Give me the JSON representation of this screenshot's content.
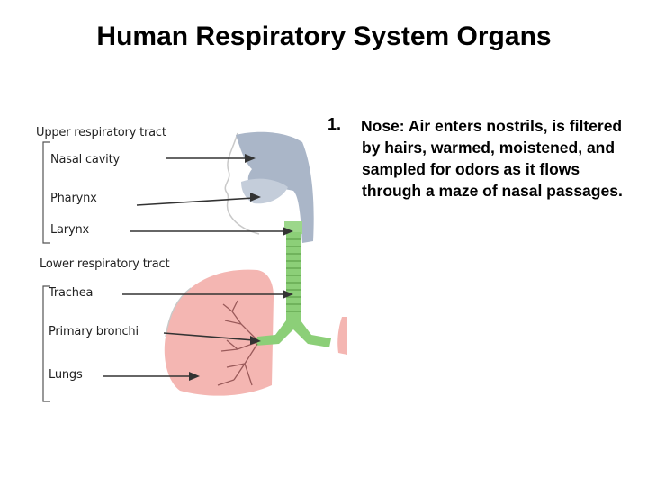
{
  "title": "Human Respiratory System Organs",
  "figure": {
    "labels": {
      "upper_tract": "Upper respiratory tract",
      "nasal_cavity": "Nasal cavity",
      "pharynx": "Pharynx",
      "larynx": "Larynx",
      "lower_tract": "Lower respiratory tract",
      "trachea": "Trachea",
      "primary_bronchi": "Primary bronchi",
      "lungs": "Lungs"
    },
    "colors": {
      "head": "#aab6c8",
      "airway": "#8ccf78",
      "lung": "#f4b6b2",
      "arrow": "#333333"
    }
  },
  "list": {
    "item1": {
      "number": "1.",
      "text": " Nose: Air enters nostrils, is filtered by hairs, warmed, moistened, and sampled for odors as it flows through a maze of nasal passages."
    }
  }
}
